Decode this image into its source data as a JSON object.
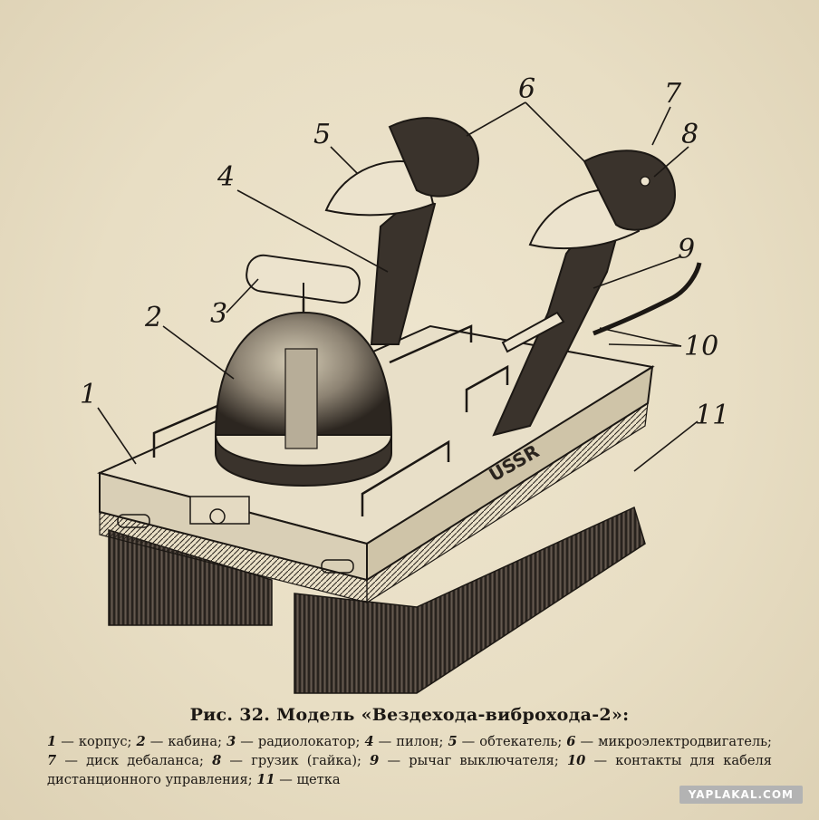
{
  "figure": {
    "callouts": [
      "1",
      "2",
      "3",
      "4",
      "5",
      "6",
      "7",
      "8",
      "9",
      "10",
      "11"
    ]
  },
  "caption": {
    "title": "Рис. 32. Модель «Вездехода-виброхода-2»:",
    "legend": [
      {
        "num": "1",
        "text": "корпус"
      },
      {
        "num": "2",
        "text": "кабина"
      },
      {
        "num": "3",
        "text": "радиолокатор"
      },
      {
        "num": "4",
        "text": "пилон"
      },
      {
        "num": "5",
        "text": "обтекатель"
      },
      {
        "num": "6",
        "text": "микроэлектродвигатель"
      },
      {
        "num": "7",
        "text": "диск дебаланса"
      },
      {
        "num": "8",
        "text": "грузик (гайка)"
      },
      {
        "num": "9",
        "text": "рычаг выключателя"
      },
      {
        "num": "10",
        "text": "контакты для кабеля дистанционного управления"
      },
      {
        "num": "11",
        "text": "щетка"
      }
    ],
    "separator": " — "
  },
  "body_marking": "USSR",
  "watermark": "YAPLAKAL.COM",
  "colors": {
    "paper": "#e9dfc6",
    "ink": "#1c1814"
  }
}
